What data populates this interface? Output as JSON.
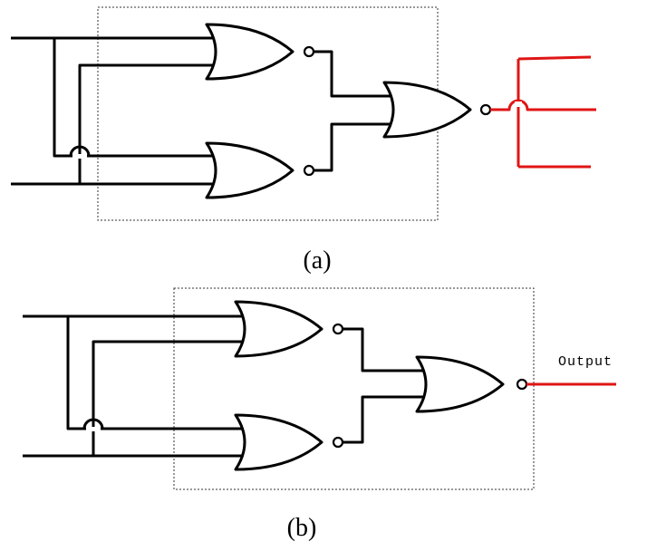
{
  "diagram": {
    "panel_a": {
      "caption": "(a)"
    },
    "panel_b": {
      "caption": "(b)",
      "output_label": "Output"
    },
    "colors": {
      "wire": "#000000",
      "output_wire": "#e01515",
      "box": "#333333"
    }
  }
}
